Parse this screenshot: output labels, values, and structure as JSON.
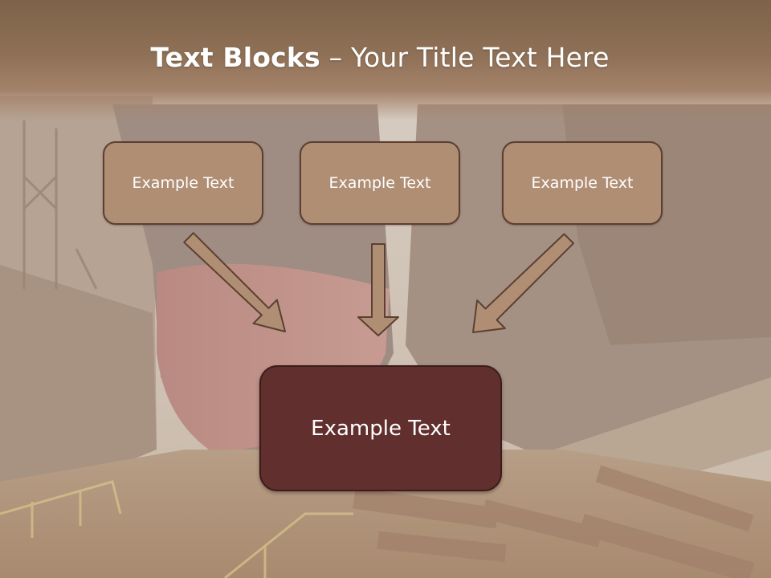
{
  "slide": {
    "title_bold": "Text Blocks",
    "title_rest": " – Your Title Text Here"
  },
  "blocks": {
    "left": "Example Text",
    "center": "Example Text",
    "right": "Example Text",
    "bottom": "Example Text"
  },
  "colors": {
    "header": "#8e7056",
    "box_fill": "#b08e74",
    "box_border": "#5b4032",
    "bottom_box_fill": "#622f2f",
    "arrow_fill": "#b08e74"
  }
}
